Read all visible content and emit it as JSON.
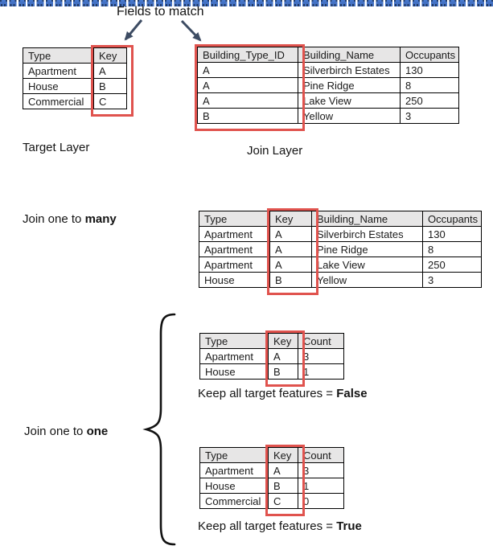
{
  "labels": {
    "fields_to_match": "Fields to match",
    "target_layer": "Target Layer",
    "join_layer": "Join Layer",
    "join_many_prefix": "Join one to ",
    "join_many_bold": "many",
    "join_one_prefix": "Join one to ",
    "join_one_bold": "one",
    "keep_false_prefix": "Keep all target features = ",
    "keep_false_bold": "False",
    "keep_true_prefix": "Keep all target features = ",
    "keep_true_bold": "True"
  },
  "colors": {
    "key_highlight_red": "#e0534e",
    "table_header_bg": "#e7e6e6",
    "arrow_navy": "#3d4c63",
    "divider_blue": "#4472c4",
    "divider_navy": "#1f3864"
  },
  "icons": {
    "down_left_arrow": "arrow pointing to Key column",
    "down_right_arrow": "arrow pointing to Building_Type_ID column",
    "curly_brace": "left curly brace grouping one-to-one results"
  },
  "tables": {
    "target": {
      "headers": [
        "Type",
        "Key"
      ],
      "rows": [
        [
          "Apartment",
          "A"
        ],
        [
          "House",
          "B"
        ],
        [
          "Commercial",
          "C"
        ]
      ]
    },
    "join_layer": {
      "headers": [
        "Building_Type_ID",
        "Building_Name",
        "Occupants"
      ],
      "rows": [
        [
          "A",
          "Silverbirch Estates",
          "130"
        ],
        [
          "A",
          "Pine Ridge",
          "8"
        ],
        [
          "A",
          "Lake View",
          "250"
        ],
        [
          "B",
          "Yellow",
          "3"
        ]
      ]
    },
    "join_many": {
      "headers": [
        "Type",
        "Key",
        "Building_Name",
        "Occupants"
      ],
      "rows": [
        [
          "Apartment",
          "A",
          "Silverbirch Estates",
          "130"
        ],
        [
          "Apartment",
          "A",
          "Pine Ridge",
          "8"
        ],
        [
          "Apartment",
          "A",
          "Lake View",
          "250"
        ],
        [
          "House",
          "B",
          "Yellow",
          "3"
        ]
      ]
    },
    "one_to_one_false": {
      "headers": [
        "Type",
        "Key",
        "Count"
      ],
      "rows": [
        [
          "Apartment",
          "A",
          "3"
        ],
        [
          "House",
          "B",
          "1"
        ]
      ]
    },
    "one_to_one_true": {
      "headers": [
        "Type",
        "Key",
        "Count"
      ],
      "rows": [
        [
          "Apartment",
          "A",
          "3"
        ],
        [
          "House",
          "B",
          "1"
        ],
        [
          "Commercial",
          "C",
          "0"
        ]
      ]
    }
  }
}
